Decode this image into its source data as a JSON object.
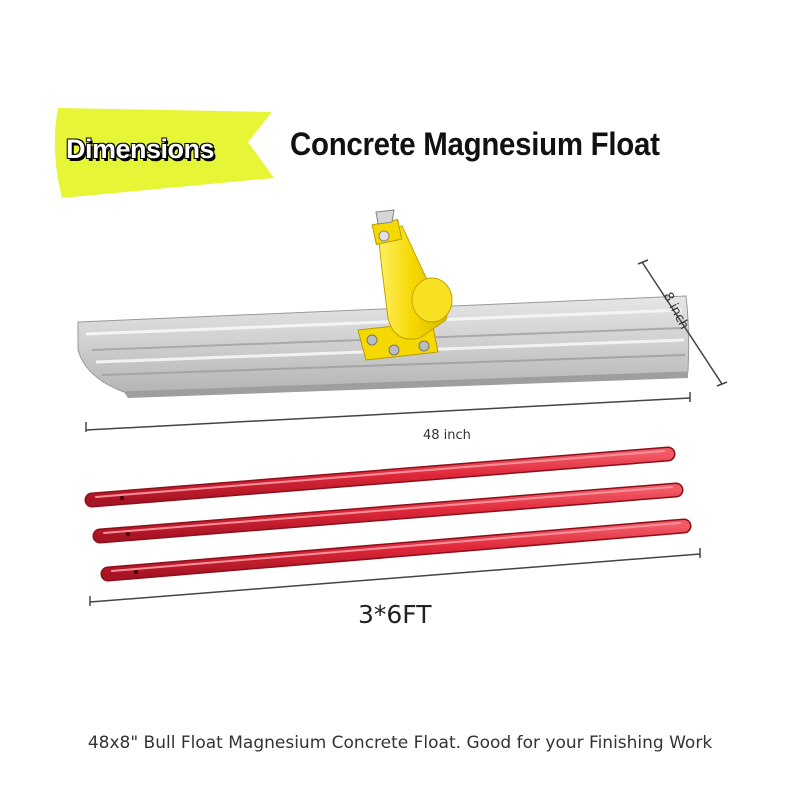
{
  "badge": {
    "label": "Dimensions",
    "color": "#e6f536"
  },
  "heading": "Concrete Magnesium Float",
  "float": {
    "blade_color": "#c8c8c8",
    "bracket_color": "#f5d800",
    "width_label": "48 inch",
    "depth_label": "8 inch"
  },
  "handles": {
    "count": 3,
    "color": "#e0283a",
    "length_label": "3*6FT"
  },
  "caption": "48x8\" Bull Float Magnesium Concrete Float. Good for your Finishing Work"
}
